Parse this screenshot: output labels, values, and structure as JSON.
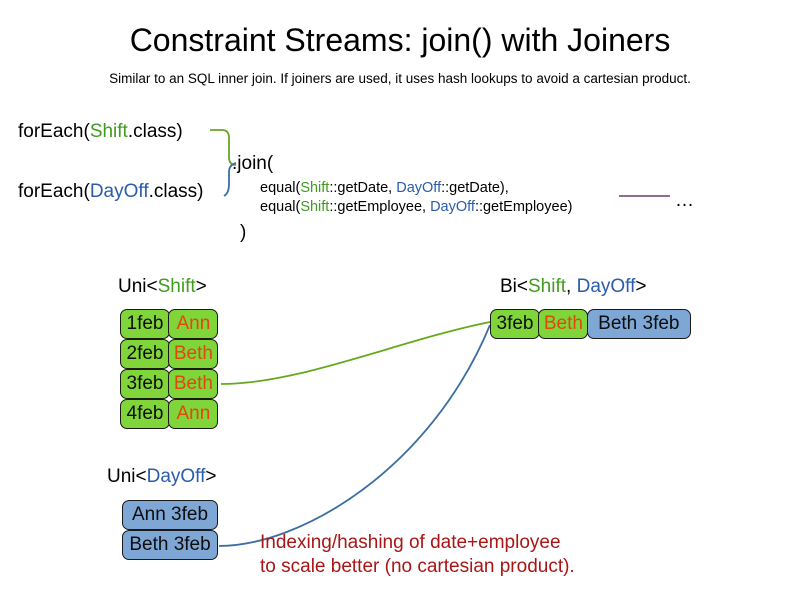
{
  "header": {
    "title": "Constraint Streams: join() with Joiners",
    "subtitle": "Similar to an SQL inner join. If joiners are used, it uses hash lookups to avoid a cartesian product."
  },
  "code": {
    "foreach_shift": {
      "prefix": "forEach(",
      "type": "Shift",
      "suffix": ".class)"
    },
    "foreach_dayoff": {
      "prefix": "forEach(",
      "type": "DayOff",
      "suffix": ".class)"
    },
    "join_open": ".join(",
    "join_close": ")",
    "equal_lines": [
      {
        "prefix": "equal(",
        "left_type": "Shift",
        "left_method": "::getDate, ",
        "right_type": "DayOff",
        "right_method": "::getDate),"
      },
      {
        "prefix": "equal(",
        "left_type": "Shift",
        "left_method": "::getEmployee, ",
        "right_type": "DayOff",
        "right_method": "::getEmployee)"
      }
    ],
    "ellipsis": "…"
  },
  "labels": {
    "uni_shift": {
      "prefix": "Uni<",
      "type": "Shift",
      "suffix": ">"
    },
    "bi": {
      "prefix": "Bi<",
      "type_a": "Shift",
      "separator": ", ",
      "type_b": "DayOff",
      "suffix": ">"
    },
    "uni_dayoff": {
      "prefix": "Uni<",
      "type": "DayOff",
      "suffix": ">"
    }
  },
  "streams": {
    "uni_shift_rows": [
      {
        "date": "1feb",
        "employee": "Ann"
      },
      {
        "date": "2feb",
        "employee": "Beth"
      },
      {
        "date": "3feb",
        "employee": "Beth"
      },
      {
        "date": "4feb",
        "employee": "Ann"
      }
    ],
    "uni_dayoff_rows": [
      {
        "label": "Ann 3feb"
      },
      {
        "label": "Beth 3feb"
      }
    ],
    "bi_row": {
      "date": "3feb",
      "employee": "Beth",
      "dayoff": "Beth 3feb"
    }
  },
  "annotation": {
    "line1": "Indexing/hashing of date+employee",
    "line2": "to scale better (no cartesian product)."
  },
  "colors": {
    "shift_green": "#3f9c1f",
    "dayoff_blue": "#2a5caa",
    "box_green": "#7fd53a",
    "box_blue": "#7ea7d6",
    "employee_orange": "#e2470d",
    "annotation_red": "#a81616",
    "connector_green": "#66a81f",
    "connector_blue": "#3b6ea5",
    "divider_purple": "#6b3c6b"
  }
}
